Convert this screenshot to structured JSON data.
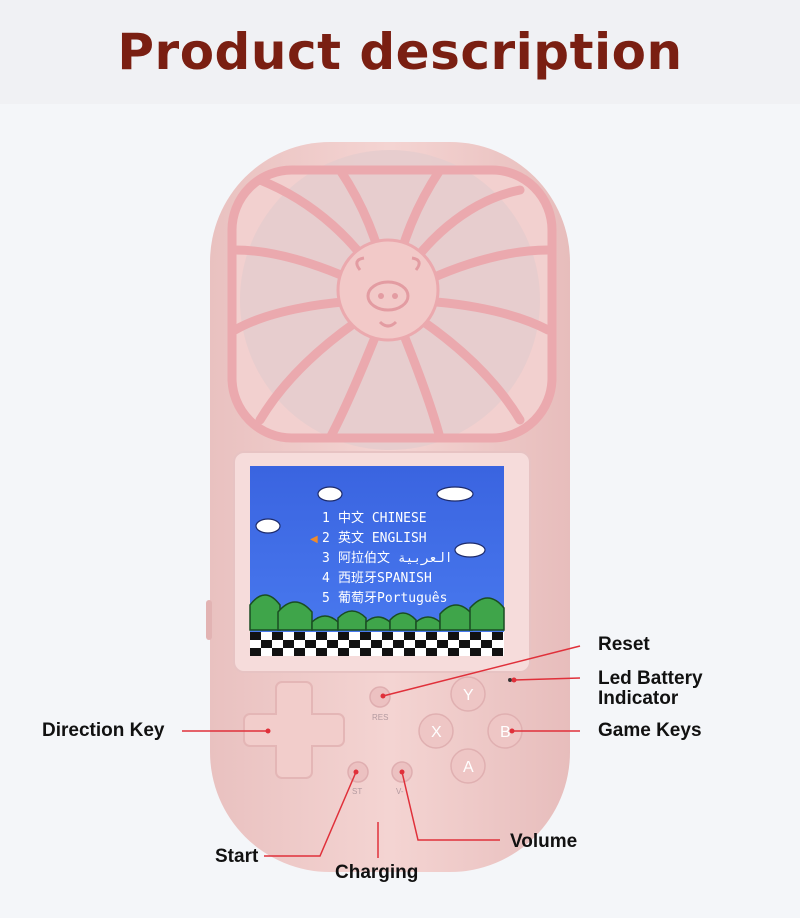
{
  "header": {
    "title": "Product description"
  },
  "screen": {
    "menu": [
      {
        "num": "1",
        "text": "中文  CHINESE"
      },
      {
        "num": "2",
        "text": "英文  ENGLISH"
      },
      {
        "num": "3",
        "text": "阿拉伯文 العربية"
      },
      {
        "num": "4",
        "text": "西班牙SPANISH"
      },
      {
        "num": "5",
        "text": "葡萄牙Português"
      }
    ]
  },
  "buttons": {
    "res": "RES",
    "st": "ST",
    "vol": "V-",
    "y": "Y",
    "x": "X",
    "b": "B",
    "a": "A"
  },
  "callouts": {
    "reset": "Reset",
    "led_line1": "Led Battery",
    "led_line2": "Indicator",
    "game_keys": "Game Keys",
    "direction_key": "Direction Key",
    "volume": "Volume",
    "start": "Start",
    "charging": "Charging"
  },
  "colors": {
    "title": "#7a1f12",
    "device_body": "#f0cdcb",
    "fan_blade": "#eaa9ad",
    "screen_sky": "#3f6ce6",
    "callout_line": "#e0303a"
  }
}
